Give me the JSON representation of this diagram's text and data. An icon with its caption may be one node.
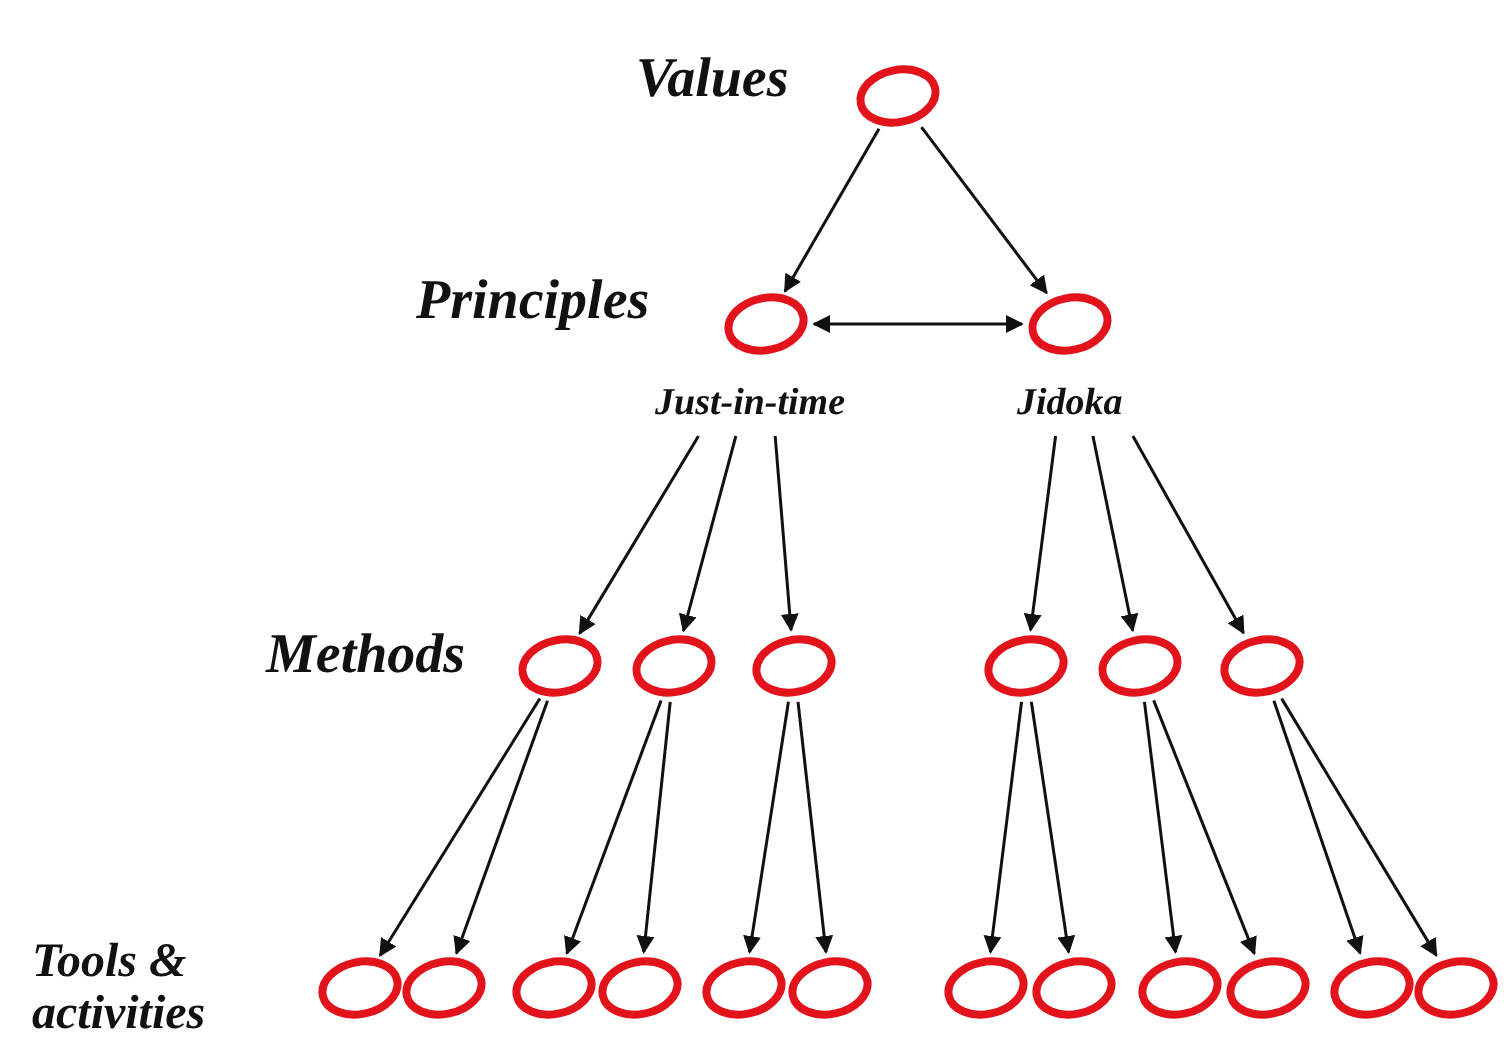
{
  "diagram": {
    "nodes": [
      {
        "text": [],
        "shape": "ellipse"
      },
      {
        "text": [],
        "shape": "ellipse",
        "beside": [
          "Just-in-time"
        ]
      },
      {
        "text": [],
        "shape": "ellipse",
        "beside": [
          "Jidoka"
        ]
      },
      {
        "text": [],
        "shape": "ellipse"
      },
      {
        "text": [],
        "shape": "ellipse"
      },
      {
        "text": [],
        "shape": "ellipse"
      },
      {
        "text": [],
        "shape": "ellipse"
      },
      {
        "text": [],
        "shape": "ellipse"
      },
      {
        "text": [],
        "shape": "ellipse"
      },
      {
        "text": [],
        "shape": "ellipse"
      },
      {
        "text": [],
        "shape": "ellipse"
      },
      {
        "text": [],
        "shape": "ellipse"
      },
      {
        "text": [],
        "shape": "ellipse"
      },
      {
        "text": [],
        "shape": "ellipse"
      },
      {
        "text": [],
        "shape": "ellipse"
      },
      {
        "text": [],
        "shape": "ellipse"
      },
      {
        "text": [],
        "shape": "ellipse"
      },
      {
        "text": [],
        "shape": "ellipse"
      },
      {
        "text": [],
        "shape": "ellipse"
      },
      {
        "text": [],
        "shape": "ellipse"
      },
      {
        "text": [],
        "shape": "ellipse"
      }
    ],
    "edges": [
      {
        "from": 0,
        "to": 1,
        "arrow": "to"
      },
      {
        "from": 0,
        "to": 2,
        "arrow": "to"
      },
      {
        "from": 1,
        "to": 2,
        "arrow": "both"
      },
      {
        "from": 1,
        "to": 3,
        "arrow": "to"
      },
      {
        "from": 1,
        "to": 4,
        "arrow": "to"
      },
      {
        "from": 1,
        "to": 5,
        "arrow": "to"
      },
      {
        "from": 2,
        "to": 6,
        "arrow": "to"
      },
      {
        "from": 2,
        "to": 7,
        "arrow": "to"
      },
      {
        "from": 2,
        "to": 8,
        "arrow": "to"
      },
      {
        "from": 3,
        "to": 9,
        "arrow": "to"
      },
      {
        "from": 3,
        "to": 10,
        "arrow": "to"
      },
      {
        "from": 4,
        "to": 11,
        "arrow": "to"
      },
      {
        "from": 4,
        "to": 12,
        "arrow": "to"
      },
      {
        "from": 5,
        "to": 13,
        "arrow": "to"
      },
      {
        "from": 5,
        "to": 14,
        "arrow": "to"
      },
      {
        "from": 6,
        "to": 15,
        "arrow": "to"
      },
      {
        "from": 6,
        "to": 16,
        "arrow": "to"
      },
      {
        "from": 7,
        "to": 17,
        "arrow": "to"
      },
      {
        "from": 7,
        "to": 18,
        "arrow": "to"
      },
      {
        "from": 8,
        "to": 19,
        "arrow": "to"
      },
      {
        "from": 8,
        "to": 20,
        "arrow": "to"
      }
    ],
    "labels": [
      "Values",
      "Principles",
      "Methods",
      "Tools & activities"
    ]
  }
}
